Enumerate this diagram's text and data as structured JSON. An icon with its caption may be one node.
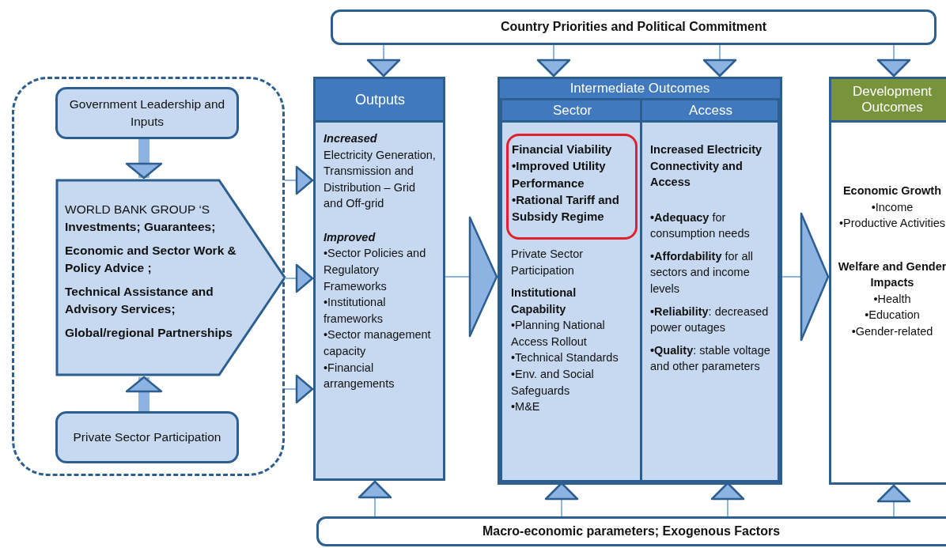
{
  "diagram": {
    "nodes": [
      {
        "text": [],
        "shape": "box"
      },
      {
        "text": [
          "Government Leadership and Inputs"
        ],
        "in": 0
      },
      {
        "text": [
          "WORLD BANK GROUP ‘S **Investments; Guarantees;**",
          "Economic and Sector Work & Policy Advice ;",
          "Technical Assistance and Advisory Services;",
          "Global/regional Partnerships"
        ],
        "in": 0
      },
      {
        "text": [
          "Private Sector Participation"
        ],
        "in": 0
      },
      {
        "text": [
          "Country Priorities and Political Commitment"
        ]
      },
      {
        "text": [
          "Outputs",
          "Increased",
          "Electricity Generation, Transmission and Distribution – Grid and Off-grid",
          "Improved",
          "•Sector Policies and Regulatory Frameworks",
          "•Institutional frameworks",
          "•Sector management capacity",
          "•Financial arrangements"
        ]
      },
      {
        "text": [
          "Intermediate Outcomes"
        ]
      },
      {
        "text": [
          "Sector",
          "Private Sector Participation",
          "Institutional Capability",
          "•Planning National Access Rollout",
          "•Technical Standards",
          "•Env. and Social Safeguards",
          "•M&E"
        ],
        "in": 6
      },
      {
        "text": [
          "Financial Viability",
          "•Improved Utility Performance",
          "•Rational Tariff and Subsidy Regime"
        ],
        "in": 7
      },
      {
        "text": [
          "Access",
          "Increased Electricity Connectivity and Access",
          "**•Adequacy** for consumption needs",
          "**•Affordability** for all sectors and income levels",
          "**•Reliability**: decreased power outages",
          "**•Quality**: stable voltage and other parameters"
        ],
        "in": 6
      },
      {
        "text": [
          "Development Outcomes",
          "Economic Growth",
          "•Income",
          "•Productive Activities",
          "Welfare and Gender Impacts",
          "•Health",
          "•Education",
          "•Gender-related"
        ]
      },
      {
        "text": [
          "Macro-economic parameters; Exogenous Factors"
        ]
      }
    ],
    "edges": [
      {
        "from": 1,
        "to": 2,
        "arrow": "to",
        "style": "thick"
      },
      {
        "from": 3,
        "to": 2,
        "arrow": "to",
        "style": "thick"
      },
      {
        "from": 0,
        "to": 5,
        "arrow": "to"
      },
      {
        "from": 0,
        "to": 5,
        "arrow": "to"
      },
      {
        "from": 0,
        "to": 5,
        "arrow": "to"
      },
      {
        "from": 5,
        "to": 6,
        "arrow": "to"
      },
      {
        "from": 6,
        "to": 10,
        "arrow": "to"
      },
      {
        "from": 4,
        "to": 5,
        "arrow": "to"
      },
      {
        "from": 4,
        "to": 6,
        "arrow": "to"
      },
      {
        "from": 4,
        "to": 6,
        "arrow": "to"
      },
      {
        "from": 4,
        "to": 10,
        "arrow": "to"
      },
      {
        "from": 11,
        "to": 5,
        "arrow": "to"
      },
      {
        "from": 11,
        "to": 7,
        "arrow": "to"
      },
      {
        "from": 11,
        "to": 9,
        "arrow": "to"
      },
      {
        "from": 11,
        "to": 10,
        "arrow": "to"
      }
    ]
  }
}
